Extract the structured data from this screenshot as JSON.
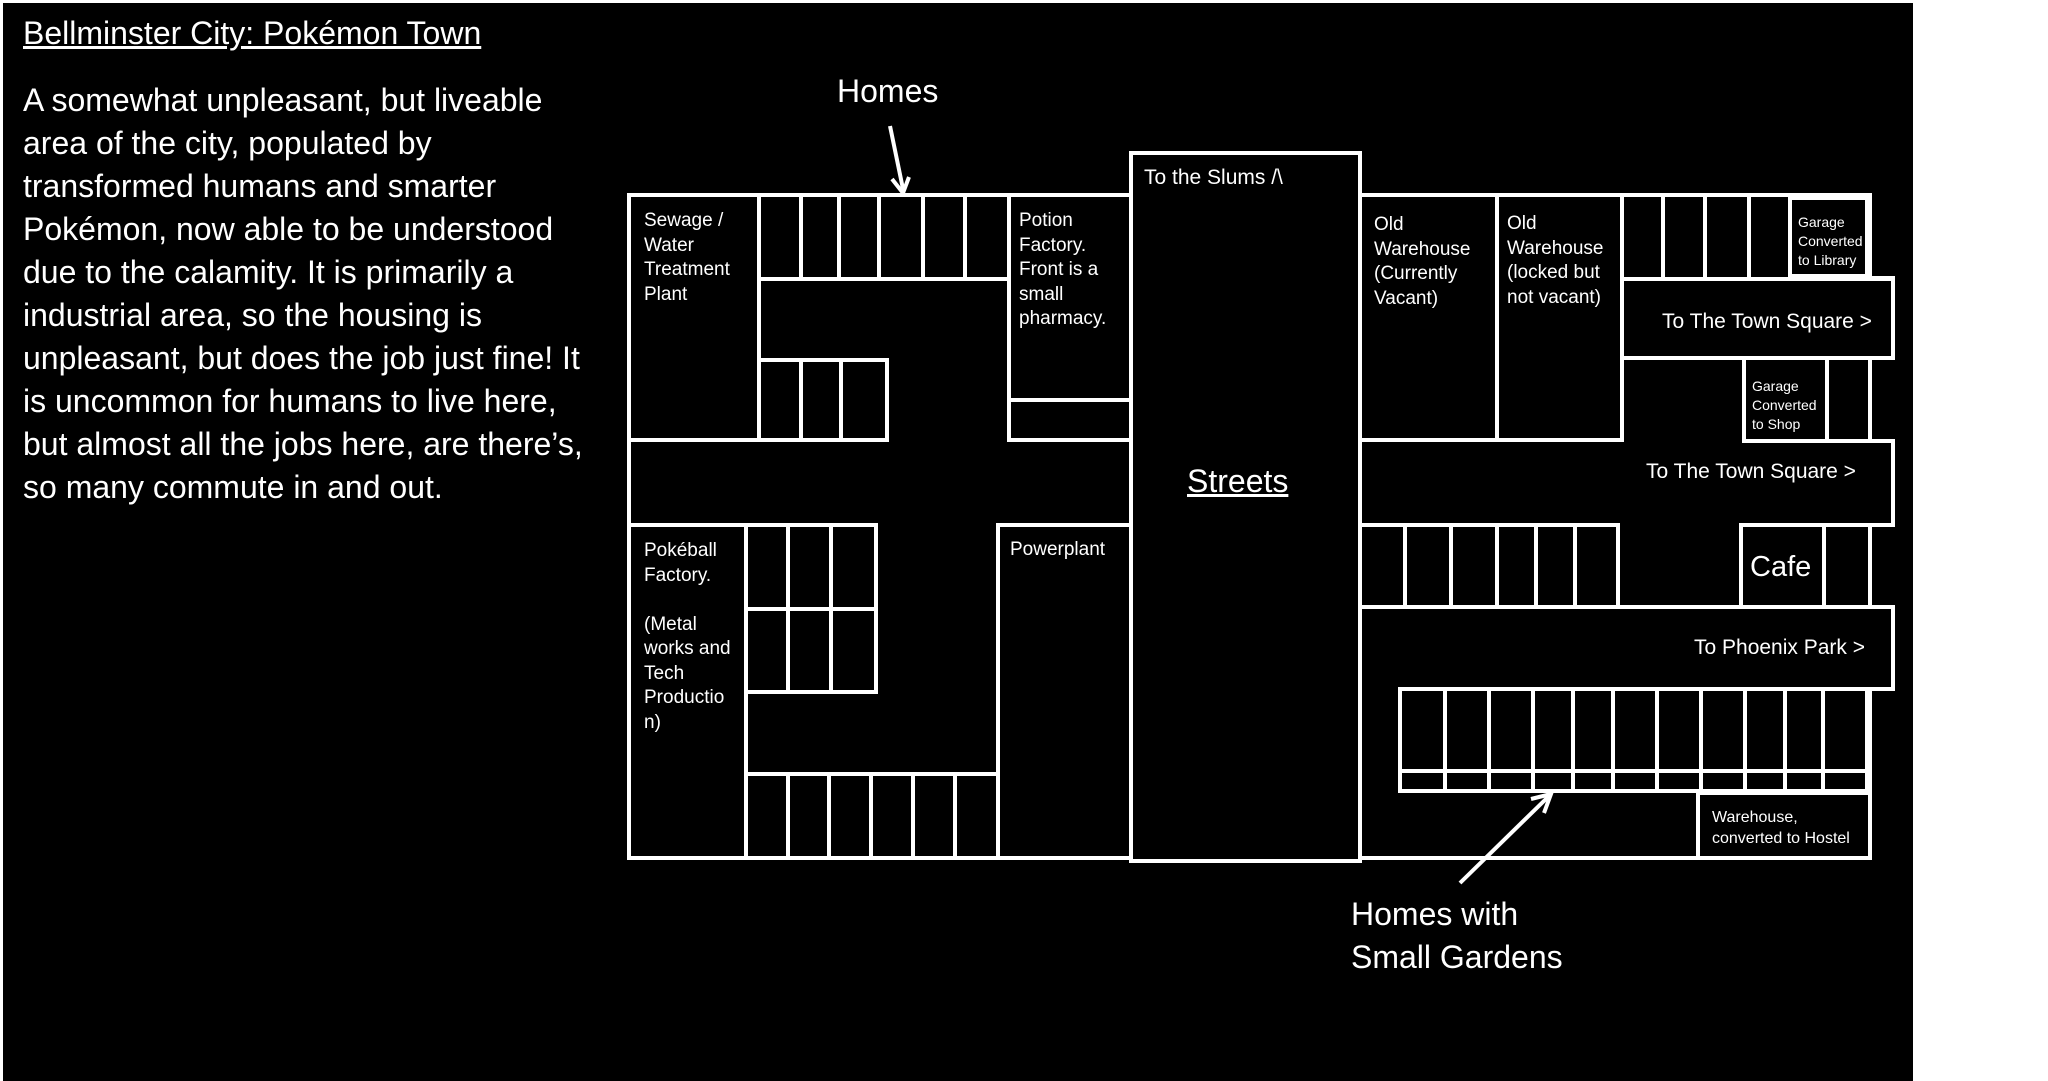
{
  "title": "Bellminster City: Pokémon Town",
  "description": "A somewhat unpleasant, but liveable area of the city, populated by transformed humans and smarter Pokémon, now able to be understood due to the calamity. It is primarily a industrial area, so the housing is unpleasant, but does the job just fine! It is uncommon for humans to live here, but almost all the jobs here, are there’s, so many commute in and out.",
  "colors": {
    "background": "#000000",
    "lines": "#ffffff",
    "text": "#ffffff"
  },
  "callouts": {
    "homes": "Homes",
    "homes_with_gardens": "Homes with\nSmall Gardens"
  },
  "buildings": {
    "sewage": "Sewage /\nWater\nTreatment\nPlant",
    "potion_factory": "Potion\nFactory.\nFront is a\nsmall\npharmacy.",
    "old_warehouse_vacant": "Old\nWarehouse\n(Currently\nVacant)",
    "old_warehouse_locked": "Old\nWarehouse\n(locked but\nnot vacant)",
    "garage_library": "Garage\nConverted\nto Library",
    "garage_shop": "Garage\nConverted\nto Shop",
    "pokeball_factory": "Pokéball\nFactory.\n\n(Metal\nworks and\nTech\nProductio\nn)",
    "powerplant": "Powerplant",
    "cafe": "Cafe",
    "warehouse_hostel": "Warehouse,\nconverted to Hostel"
  },
  "streets": {
    "label": "Streets",
    "to_slums": "To the Slums /\\",
    "to_town_square_1": "To The Town Square >",
    "to_town_square_2": "To The Town Square >",
    "to_phoenix_park": "To Phoenix Park >"
  }
}
